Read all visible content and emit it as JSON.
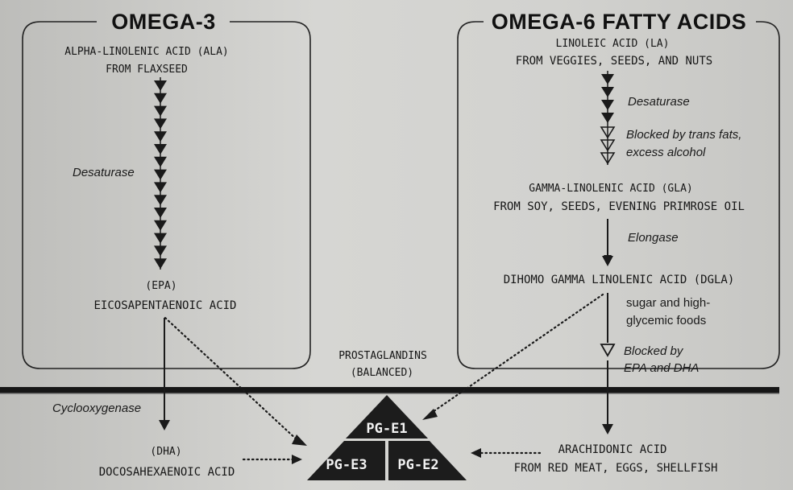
{
  "omega3": {
    "title": "OMEGA-3",
    "source_line1": "ALPHA-LINOLENIC ACID (ALA)",
    "source_line2": "FROM FLAXSEED",
    "enzyme": "Desaturase",
    "epa_abbr": "(EPA)",
    "epa_name": "EICOSAPENTAENOIC ACID",
    "cyclo": "Cyclooxygenase",
    "dha_abbr": "(DHA)",
    "dha_name": "DOCOSAHEXAENOIC ACID"
  },
  "omega6": {
    "title": "OMEGA-6 FATTY ACIDS",
    "la_line1": "LINOLEIC ACID (LA)",
    "la_line2": "FROM VEGGIES, SEEDS, AND NUTS",
    "desaturase": "Desaturase",
    "blocked1_line1": "Blocked by trans fats,",
    "blocked1_line2": "excess alcohol",
    "gla_line1": "GAMMA-LINOLENIC ACID (GLA)",
    "gla_line2": "FROM SOY, SEEDS, EVENING PRIMROSE OIL",
    "elongase": "Elongase",
    "dgla": "DIHOMO GAMMA LINOLENIC ACID (DGLA)",
    "sugar_line1": "sugar and high-",
    "sugar_line2": "glycemic foods",
    "blocked2_line1": "Blocked by",
    "blocked2_line2": "EPA and DHA",
    "aa_line1": "ARACHIDONIC ACID",
    "aa_line2": "FROM RED MEAT, EGGS, SHELLFISH"
  },
  "center": {
    "prostaglandins": "PROSTAGLANDINS",
    "balanced": "(BALANCED)",
    "pg_e1": "PG-E1",
    "pg_e2": "PG-E2",
    "pg_e3": "PG-E3"
  },
  "colors": {
    "ink": "#161616",
    "triangle": "#1c1c1c",
    "background": "#d2d2cf"
  }
}
